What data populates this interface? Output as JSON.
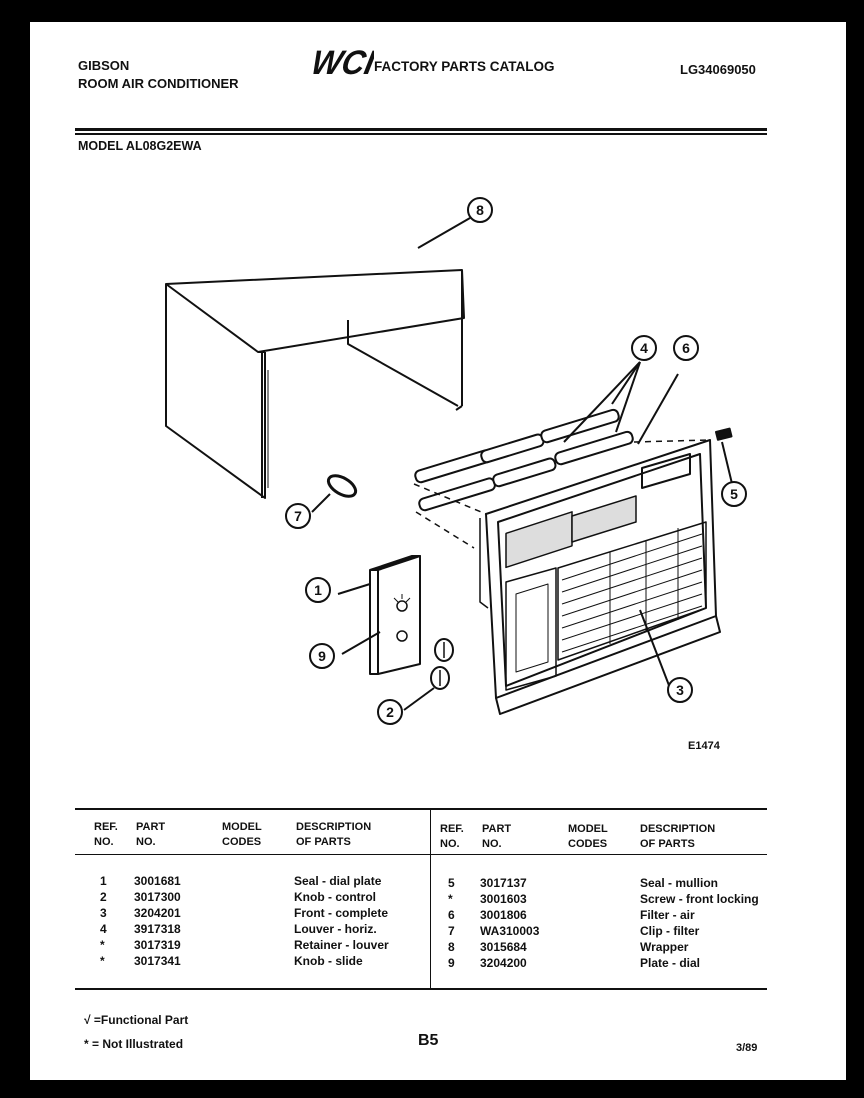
{
  "header": {
    "brand": "GIBSON",
    "product": "ROOM AIR CONDITIONER",
    "logo_text": "WCI",
    "catalog_title": "FACTORY PARTS CATALOG",
    "catalog_code": "LG34069050",
    "model": "MODEL AL08G2EWA"
  },
  "diagram": {
    "callouts": [
      "8",
      "4",
      "6",
      "5",
      "7",
      "1",
      "9",
      "2",
      "3"
    ],
    "figure_id": "E1474"
  },
  "table": {
    "headers_left": {
      "ref_no": [
        "REF.",
        "NO."
      ],
      "part_no": [
        "PART",
        "NO."
      ],
      "model_codes": [
        "MODEL",
        "CODES"
      ],
      "description": [
        "DESCRIPTION",
        "OF PARTS"
      ]
    },
    "headers_right": {
      "ref_no": [
        "REF.",
        "NO."
      ],
      "part_no": [
        "PART",
        "NO."
      ],
      "model_codes": [
        "MODEL",
        "CODES"
      ],
      "description": [
        "DESCRIPTION",
        "OF PARTS"
      ]
    },
    "left_rows": [
      {
        "ref": "1",
        "part": "3001681",
        "desc": "Seal - dial plate"
      },
      {
        "ref": "2",
        "part": "3017300",
        "desc": "Knob - control"
      },
      {
        "ref": "3",
        "part": "3204201",
        "desc": "Front - complete"
      },
      {
        "ref": "4",
        "part": "3917318",
        "desc": "Louver - horiz."
      },
      {
        "ref": "*",
        "part": "3017319",
        "desc": "Retainer - louver"
      },
      {
        "ref": "*",
        "part": "3017341",
        "desc": "Knob - slide"
      }
    ],
    "right_rows": [
      {
        "ref": "5",
        "part": "3017137",
        "desc": "Seal - mullion"
      },
      {
        "ref": "*",
        "part": "3001603",
        "desc": "Screw - front locking"
      },
      {
        "ref": "6",
        "part": "3001806",
        "desc": "Filter - air"
      },
      {
        "ref": "7",
        "part": "WA310003",
        "desc": "Clip - filter"
      },
      {
        "ref": "8",
        "part": "3015684",
        "desc": "Wrapper"
      },
      {
        "ref": "9",
        "part": "3204200",
        "desc": "Plate - dial"
      }
    ]
  },
  "footer": {
    "functional_note": "√ =Functional Part",
    "not_illustrated_note": "* = Not Illustrated",
    "page_code": "B5",
    "date": "3/89"
  }
}
